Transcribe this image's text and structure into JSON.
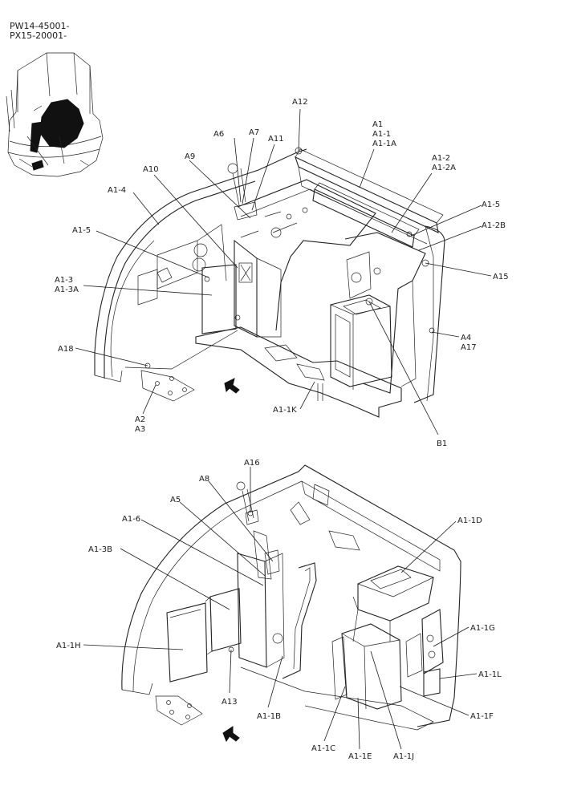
{
  "header": {
    "line1": "PW14-45001-",
    "line2": "PX15-20001-"
  },
  "labels": {
    "A12": "A12",
    "A1": "A1",
    "A1_1": "A1-1",
    "A1_1A": "A1-1A",
    "A6": "A6",
    "A7": "A7",
    "A11": "A11",
    "A9": "A9",
    "A10": "A10",
    "A1_2": "A1-2",
    "A1_2A": "A1-2A",
    "A1_4": "A1-4",
    "A1_5a": "A1-5",
    "A1_5b": "A1-5",
    "A1_2B": "A1-2B",
    "A15": "A15",
    "A1_3": "A1-3",
    "A1_3A": "A1-3A",
    "A4": "A4",
    "A17": "A17",
    "A18": "A18",
    "A1_1K": "A1-1K",
    "A2": "A2",
    "A3": "A3",
    "B1": "B1",
    "A16": "A16",
    "A8": "A8",
    "A5": "A5",
    "A1_6": "A1-6",
    "A1_1D": "A1-1D",
    "A1_3B": "A1-3B",
    "A1_1G": "A1-1G",
    "A1_1H": "A1-1H",
    "A1_1L": "A1-1L",
    "A13": "A13",
    "A1_1F": "A1-1F",
    "A1_1B": "A1-1B",
    "A1_1C": "A1-1C",
    "A1_1E": "A1-1E",
    "A1_1J": "A1-1J"
  }
}
